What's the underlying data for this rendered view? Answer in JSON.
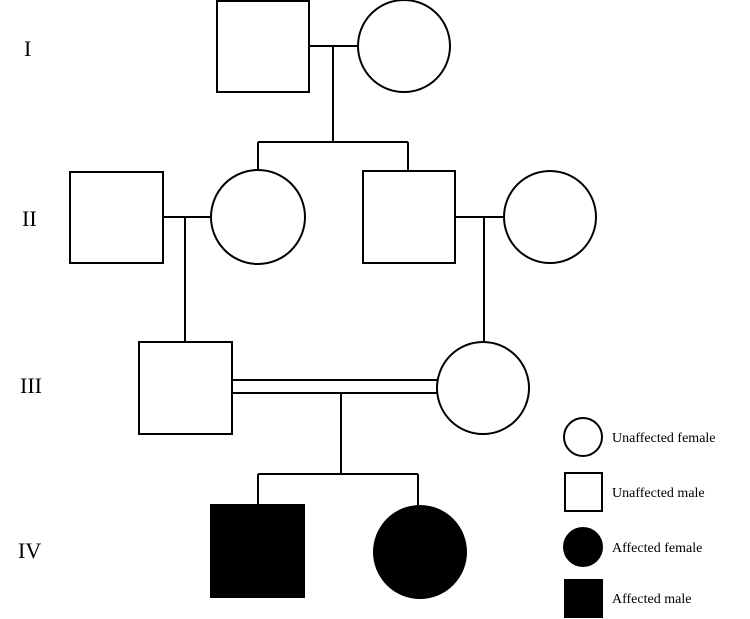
{
  "diagram": {
    "generations": [
      "I",
      "II",
      "III",
      "IV"
    ],
    "legend": [
      {
        "shape": "circle",
        "affected": false,
        "label": "Unaffected female"
      },
      {
        "shape": "square",
        "affected": false,
        "label": "Unaffected male"
      },
      {
        "shape": "circle",
        "affected": true,
        "label": "Affected female"
      },
      {
        "shape": "square",
        "affected": true,
        "label": "Affected male"
      }
    ],
    "individuals": [
      {
        "id": "I-1",
        "generation": "I",
        "sex": "male",
        "affected": false
      },
      {
        "id": "I-2",
        "generation": "I",
        "sex": "female",
        "affected": false
      },
      {
        "id": "II-1",
        "generation": "II",
        "sex": "male",
        "affected": false
      },
      {
        "id": "II-2",
        "generation": "II",
        "sex": "female",
        "affected": false
      },
      {
        "id": "II-3",
        "generation": "II",
        "sex": "male",
        "affected": false
      },
      {
        "id": "II-4",
        "generation": "II",
        "sex": "female",
        "affected": false
      },
      {
        "id": "III-1",
        "generation": "III",
        "sex": "male",
        "affected": false
      },
      {
        "id": "III-2",
        "generation": "III",
        "sex": "female",
        "affected": false
      },
      {
        "id": "IV-1",
        "generation": "IV",
        "sex": "male",
        "affected": true
      },
      {
        "id": "IV-2",
        "generation": "IV",
        "sex": "female",
        "affected": true
      }
    ],
    "relationships": [
      {
        "partners": [
          "I-1",
          "I-2"
        ],
        "consanguineous": false,
        "children": [
          "II-2",
          "II-3"
        ]
      },
      {
        "partners": [
          "II-1",
          "II-2"
        ],
        "consanguineous": false,
        "children": [
          "III-1"
        ]
      },
      {
        "partners": [
          "II-3",
          "II-4"
        ],
        "consanguineous": false,
        "children": [
          "III-2"
        ]
      },
      {
        "partners": [
          "III-1",
          "III-2"
        ],
        "consanguineous": true,
        "children": [
          "IV-1",
          "IV-2"
        ]
      }
    ],
    "colors": {
      "line": "#000000",
      "unaffected_fill": "#ffffff",
      "affected_fill": "#000000",
      "background": "#ffffff"
    }
  }
}
